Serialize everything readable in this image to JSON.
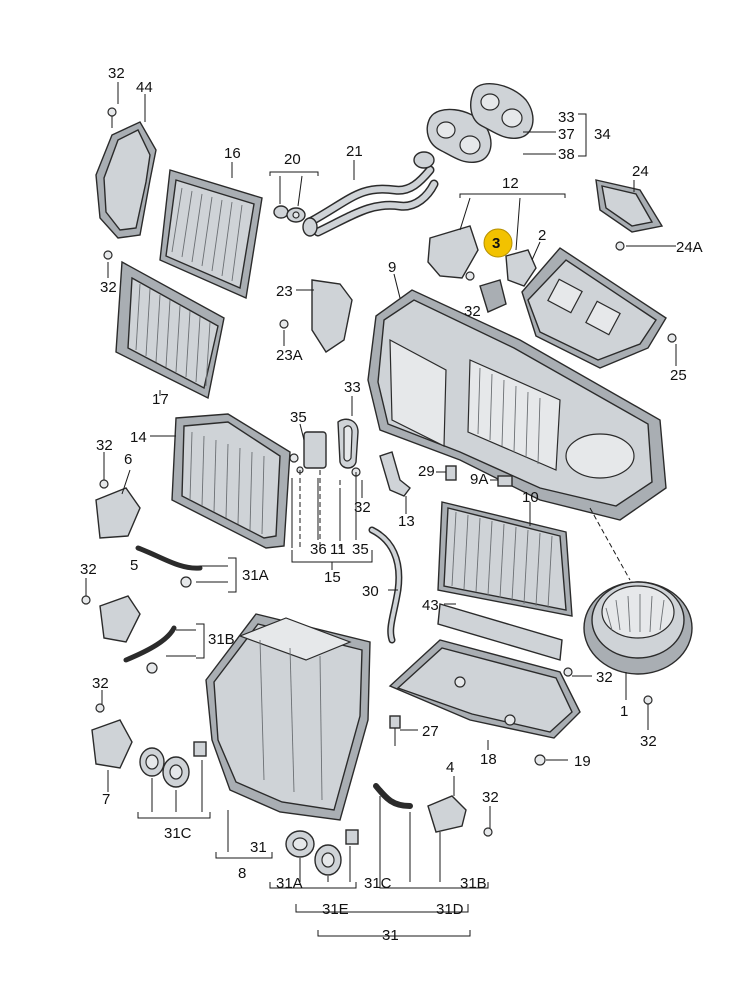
{
  "highlight_color": "#f2c200",
  "callouts": {
    "c32_a": "32",
    "c44": "44",
    "c32_b": "32",
    "c16": "16",
    "c20": "20",
    "c21": "21",
    "c33a": "33",
    "c37": "37",
    "c34": "34",
    "c38": "38",
    "c24": "24",
    "c12": "12",
    "c3": "3",
    "c2": "2",
    "c24A": "24A",
    "c9": "9",
    "c23": "23",
    "c32_c": "32",
    "c23A": "23A",
    "c25": "25",
    "c17": "17",
    "c33b": "33",
    "c35a": "35",
    "c32_d": "32",
    "c14": "14",
    "c6": "6",
    "c29": "29",
    "c9A": "9A",
    "c10": "10",
    "c32_e": "32",
    "c13": "13",
    "c36": "36",
    "c11": "11",
    "c35b": "35",
    "c15": "15",
    "c5": "5",
    "c31A_a": "31A",
    "c30": "30",
    "c32_f": "32",
    "c43": "43",
    "c31B_a": "31B",
    "c32_g": "32",
    "c1": "1",
    "c32_h": "32",
    "c32_i": "32",
    "c27": "27",
    "c18": "18",
    "c19": "19",
    "c7": "7",
    "c4": "4",
    "c32_j": "32",
    "c31C_a": "31C",
    "c31": "31",
    "c8": "8",
    "c31A_b": "31A",
    "c31C_b": "31C",
    "c31B_b": "31B",
    "c31E": "31E",
    "c31D": "31D",
    "c31_bottom": "31"
  }
}
